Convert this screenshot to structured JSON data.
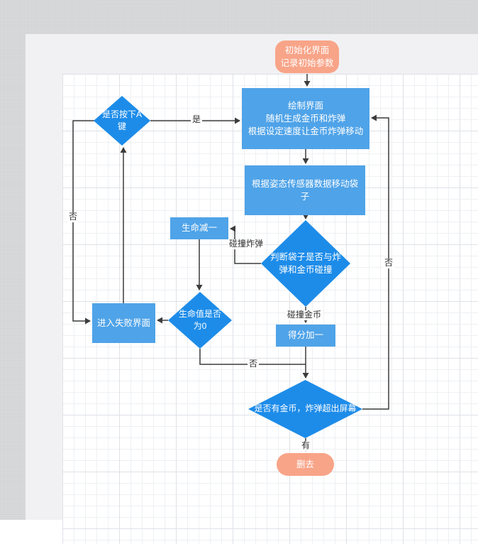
{
  "app": {
    "kind": "flowchart-editor-canvas",
    "colors": {
      "process_fill": "#4fa3e8",
      "decision_fill": "#1d8ce9",
      "terminator_fill": "#f8a488",
      "edge_stroke": "#3c3c3c",
      "node_text": "#ffffff",
      "label_text": "#2f2f2f",
      "canvas_bg": "#ffffff",
      "desktop_bg": "#d8d9db"
    }
  },
  "nodes": {
    "start": {
      "label": "初始化界面\n记录初始参数",
      "type": "terminator"
    },
    "draw": {
      "label": "绘制界面\n随机生成金币和炸弹\n根据设定速度让金币炸弹移动",
      "type": "process"
    },
    "sensor": {
      "label": "根据姿态传感器数据移动袋子",
      "type": "process"
    },
    "collide_check": {
      "label": "判断袋子是否与炸\n弹和金币碰撞",
      "type": "decision"
    },
    "life_minus": {
      "label": "生命减一",
      "type": "process"
    },
    "life_zero": {
      "label": "生命值是否\n为0",
      "type": "decision"
    },
    "fail_screen": {
      "label": "进入失败界面",
      "type": "process"
    },
    "press_a": {
      "label": "是否按下A\n键",
      "type": "decision"
    },
    "score_plus": {
      "label": "得分加一",
      "type": "process"
    },
    "offscreen_check": {
      "label": "是否有金币，炸弹超出屏幕",
      "type": "decision"
    },
    "delete": {
      "label": "删去",
      "type": "terminator"
    }
  },
  "edge_labels": {
    "yes_press_a": "是",
    "no_press_a": "否",
    "no_offscreen": "否",
    "no_life_zero": "否",
    "has_offscreen": "有",
    "hit_bomb": "碰撞炸弹",
    "hit_coin": "碰撞金币"
  }
}
